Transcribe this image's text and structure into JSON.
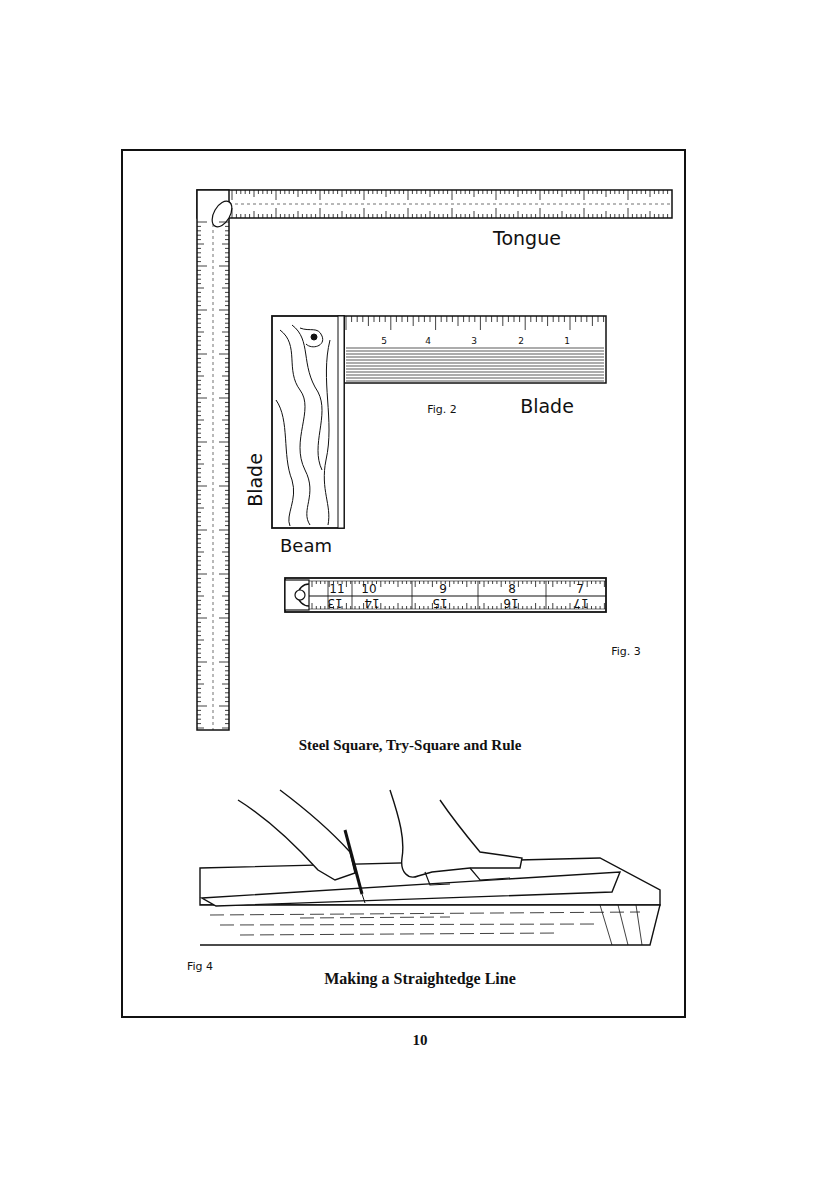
{
  "diagram": {
    "labels": [
      "Tongue",
      "Blade",
      "5",
      "4",
      "3",
      "2",
      "1",
      "Fig. 2",
      "Blade",
      "Beam",
      "11",
      "10",
      "9",
      "8",
      "7",
      "13",
      "14",
      "15",
      "16",
      "17",
      "Fig. 3",
      "Steel Square, Try-Square and Rule",
      "Fig 4",
      "Making a Straightedge Line",
      "10"
    ]
  }
}
